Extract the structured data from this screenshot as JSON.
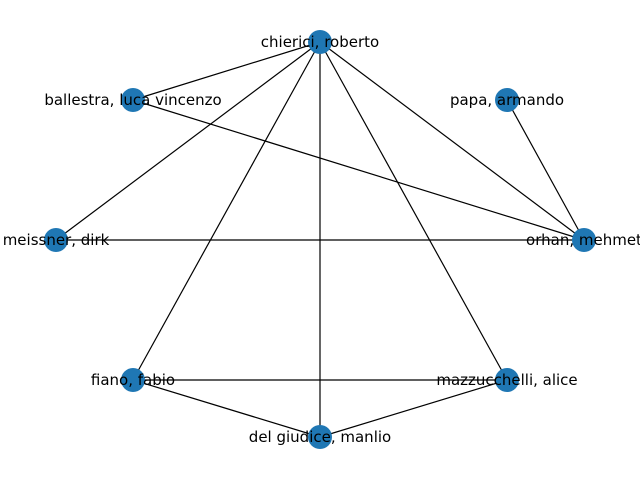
{
  "graph": {
    "node_color": "#1f77b4",
    "edge_color": "#000000",
    "nodes": [
      {
        "id": "chierici",
        "label": "chierici, roberto"
      },
      {
        "id": "ballestra",
        "label": "ballestra, luca vincenzo"
      },
      {
        "id": "papa",
        "label": "papa, armando"
      },
      {
        "id": "meissner",
        "label": "meissner, dirk"
      },
      {
        "id": "orhan",
        "label": "orhan, mehmet"
      },
      {
        "id": "fiano",
        "label": "fiano, fabio"
      },
      {
        "id": "mazzucchelli",
        "label": "mazzucchelli, alice"
      },
      {
        "id": "delgiudice",
        "label": "del giudice, manlio"
      }
    ],
    "edges": [
      [
        "chierici",
        "ballestra"
      ],
      [
        "chierici",
        "meissner"
      ],
      [
        "chierici",
        "orhan"
      ],
      [
        "chierici",
        "fiano"
      ],
      [
        "chierici",
        "mazzucchelli"
      ],
      [
        "chierici",
        "delgiudice"
      ],
      [
        "ballestra",
        "orhan"
      ],
      [
        "papa",
        "orhan"
      ],
      [
        "meissner",
        "orhan"
      ],
      [
        "fiano",
        "mazzucchelli"
      ],
      [
        "fiano",
        "delgiudice"
      ],
      [
        "mazzucchelli",
        "delgiudice"
      ]
    ]
  }
}
